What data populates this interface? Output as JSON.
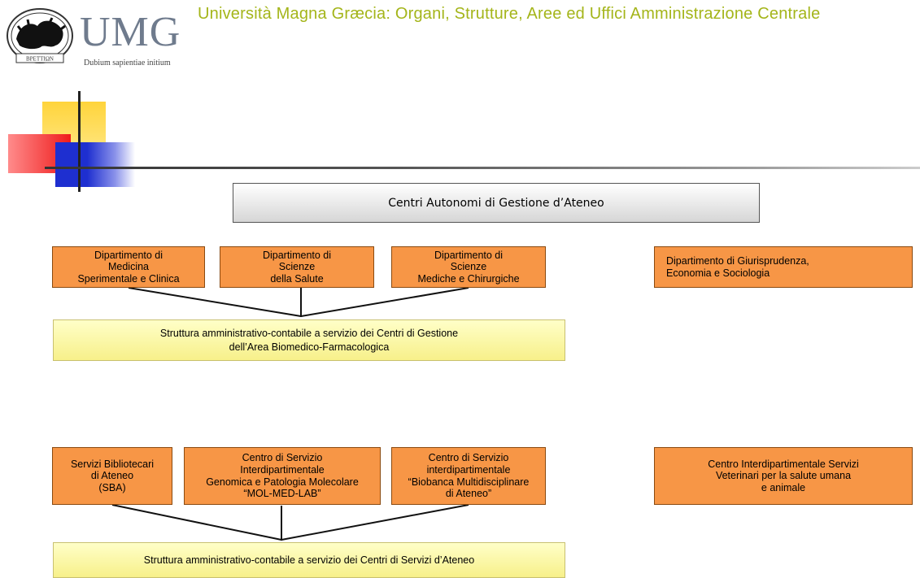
{
  "header": {
    "title": "Università Magna Græcia: Organi, Strutture, Aree ed Uffici Amministrazione Centrale",
    "logo_text": "UMG",
    "logo_motto": "Dubium sapientiae initium",
    "logo_emblem_text": "ΒΡΕΤΤΙΩΝ"
  },
  "diagram": {
    "main_title": "Centri Autonomi di Gestione d’Ateneo",
    "top_departments": [
      "Dipartimento di\nMedicina\nSperimentale e Clinica",
      "Dipartimento di\nScienze\ndella Salute",
      "Dipartimento di\nScienze\nMediche e Chirurgiche"
    ],
    "top_right_department": "Dipartimento di Giurisprudenza,\nEconomia e Sociologia",
    "top_structure": "Struttura amministrativo-contabile  a servizio dei Centri di Gestione\ndell’Area Biomedico-Farmacologica",
    "bottom_centers": [
      "Servizi Bibliotecari\ndi Ateneo\n(SBA)",
      "Centro di Servizio\nInterdipartimentale\nGenomica e Patologia Molecolare\n“MOL-MED-LAB”",
      "Centro di Servizio\ninterdipartimentale\n“Biobanca Multidisciplinare\ndi Ateneo”"
    ],
    "bottom_right_center": "Centro Interdipartimentale  Servizi\nVeterinari per la salute umana\ne animale",
    "bottom_structure": "Struttura  amministrativo-contabile  a servizio dei Centri di Servizi d’Ateneo"
  },
  "colors": {
    "title_green": "#a4b51a",
    "orange_box": "#f79646",
    "yellow_box": "#fbf6a8"
  }
}
